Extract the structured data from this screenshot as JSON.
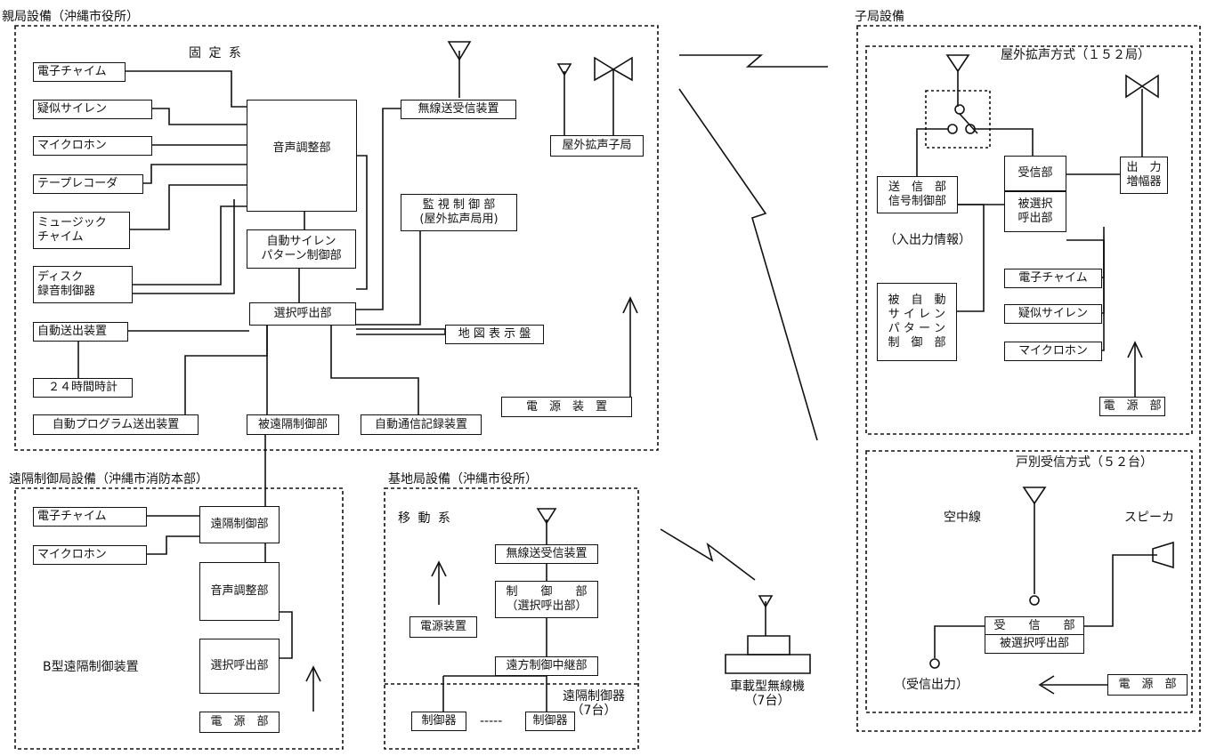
{
  "parent": {
    "title": "親局設備（沖縄市役所）",
    "subtitle": "固 定 系",
    "sources": [
      "電子チャイム",
      "疑似サイレン",
      "マイクロホン",
      "テープレコーダ",
      "ミュージック\nチャイム",
      "ディスク\n録音制御器"
    ],
    "audio_unit": "音声調整部",
    "auto_siren": "自動サイレン\nパターン制御部",
    "selector": "選択呼出部",
    "radio": "無線送受信装置",
    "monitor": "監 視 制 御 部\n(屋外拡声局用)",
    "outdoor_station": "屋外拡声子局",
    "auto_sender": "自動送出装置",
    "clock": "２４時間時計",
    "map": "地 図 表 示 盤",
    "auto_program": "自動プログラム送出装置",
    "remote_ctrl": "被遠隔制御部",
    "auto_record": "自動通信記録装置",
    "power": "電　源　装　置"
  },
  "remote": {
    "title": "遠隔制御局設備（沖縄市消防本部）",
    "chime": "電子チャイム",
    "mic": "マイクロホン",
    "remote_unit": "遠隔制御部",
    "audio": "音声調整部",
    "selector": "選択呼出部",
    "power": "電　源　部",
    "device": "B型遠隔制御装置"
  },
  "base": {
    "title": "基地局設備（沖縄市役所）",
    "subtitle": "移 動 系",
    "radio": "無線送受信装置",
    "control": "制　　御　　部\n（選択呼出部）",
    "power": "電源装置",
    "relay": "遠方制御中継部",
    "remote_label": "遠隔制御器\n（7台）",
    "ctrl1": "制御器",
    "ctrl2": "制御器",
    "dash": "-----"
  },
  "vehicle": {
    "label": "車載型無線機\n（7台）"
  },
  "child": {
    "title": "子局設備",
    "outdoor_title": "屋外拡声方式（１５２局）",
    "send": "送　信　部\n信号制御部",
    "recv": "受信部",
    "called": "被選択\n呼出部",
    "amp": "出　力\n増幅器",
    "io_info": "（入出力情報）",
    "auto_siren": "被　自　動\nサ イ レ ン\nパ タ ー ン\n制　御　部",
    "chime": "電子チャイム",
    "siren": "疑似サイレン",
    "mic": "マイクロホン",
    "power": "電　源　部",
    "house_title": "戸別受信方式（５２台）",
    "antenna": "空中線",
    "speaker": "スピーカ",
    "house_recv": "受　　信　　部",
    "house_called": "被選択呼出部",
    "output": "（受信出力）",
    "house_power": "電　源　部"
  }
}
